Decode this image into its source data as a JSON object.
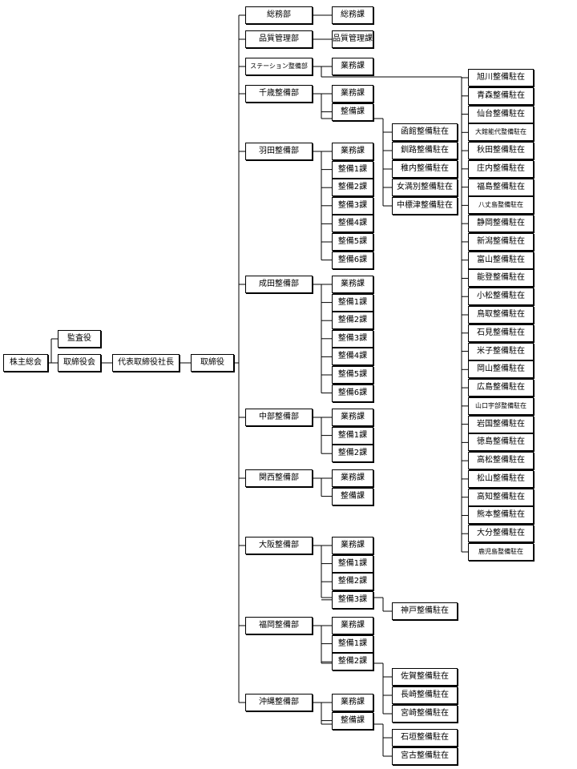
{
  "chart": {
    "shareholders": "株主総会",
    "auditor": "監査役",
    "board": "取締役会",
    "president": "代表取締役社長",
    "directors": "取締役",
    "departments": [
      {
        "name": "総務部",
        "sections": [
          "総務課"
        ]
      },
      {
        "name": "品質管理部",
        "sections": [
          "品質管理課"
        ]
      },
      {
        "name": "ステーション整備部",
        "sections": [
          "業務課"
        ]
      },
      {
        "name": "千歳整備部",
        "sections": [
          "業務課",
          "整備課"
        ],
        "stations": [
          "函館整備駐在",
          "釧路整備駐在",
          "稚内整備駐在",
          "女満別整備駐在",
          "中標津整備駐在"
        ]
      },
      {
        "name": "羽田整備部",
        "sections": [
          "業務課",
          "整備1課",
          "整備2課",
          "整備3課",
          "整備4課",
          "整備5課",
          "整備6課"
        ]
      },
      {
        "name": "成田整備部",
        "sections": [
          "業務課",
          "整備1課",
          "整備2課",
          "整備3課",
          "整備4課",
          "整備5課",
          "整備6課"
        ]
      },
      {
        "name": "中部整備部",
        "sections": [
          "業務課",
          "整備1課",
          "整備2課"
        ]
      },
      {
        "name": "関西整備部",
        "sections": [
          "業務課",
          "整備課"
        ]
      },
      {
        "name": "大阪整備部",
        "sections": [
          "業務課",
          "整備1課",
          "整備2課",
          "整備3課"
        ],
        "stations": [
          "神戸整備駐在"
        ]
      },
      {
        "name": "福岡整備部",
        "sections": [
          "業務課",
          "整備1課",
          "整備2課"
        ],
        "stations": [
          "佐賀整備駐在",
          "長崎整備駐在",
          "宮崎整備駐在"
        ]
      },
      {
        "name": "沖縄整備部",
        "sections": [
          "業務課",
          "整備課"
        ],
        "stations": [
          "石垣整備駐在",
          "宮古整備駐在"
        ]
      }
    ],
    "station_dept_stations": [
      "旭川整備駐在",
      "青森整備駐在",
      "仙台整備駐在",
      "大館能代整備駐在",
      "秋田整備駐在",
      "庄内整備駐在",
      "福島整備駐在",
      "八丈島整備駐在",
      "静岡整備駐在",
      "新潟整備駐在",
      "富山整備駐在",
      "能登整備駐在",
      "小松整備駐在",
      "鳥取整備駐在",
      "石見整備駐在",
      "米子整備駐在",
      "岡山整備駐在",
      "広島整備駐在",
      "山口宇部整備駐在",
      "岩国整備駐在",
      "徳島整備駐在",
      "高松整備駐在",
      "松山整備駐在",
      "高知整備駐在",
      "熊本整備駐在",
      "大分整備駐在",
      "鹿児島整備駐在"
    ]
  }
}
